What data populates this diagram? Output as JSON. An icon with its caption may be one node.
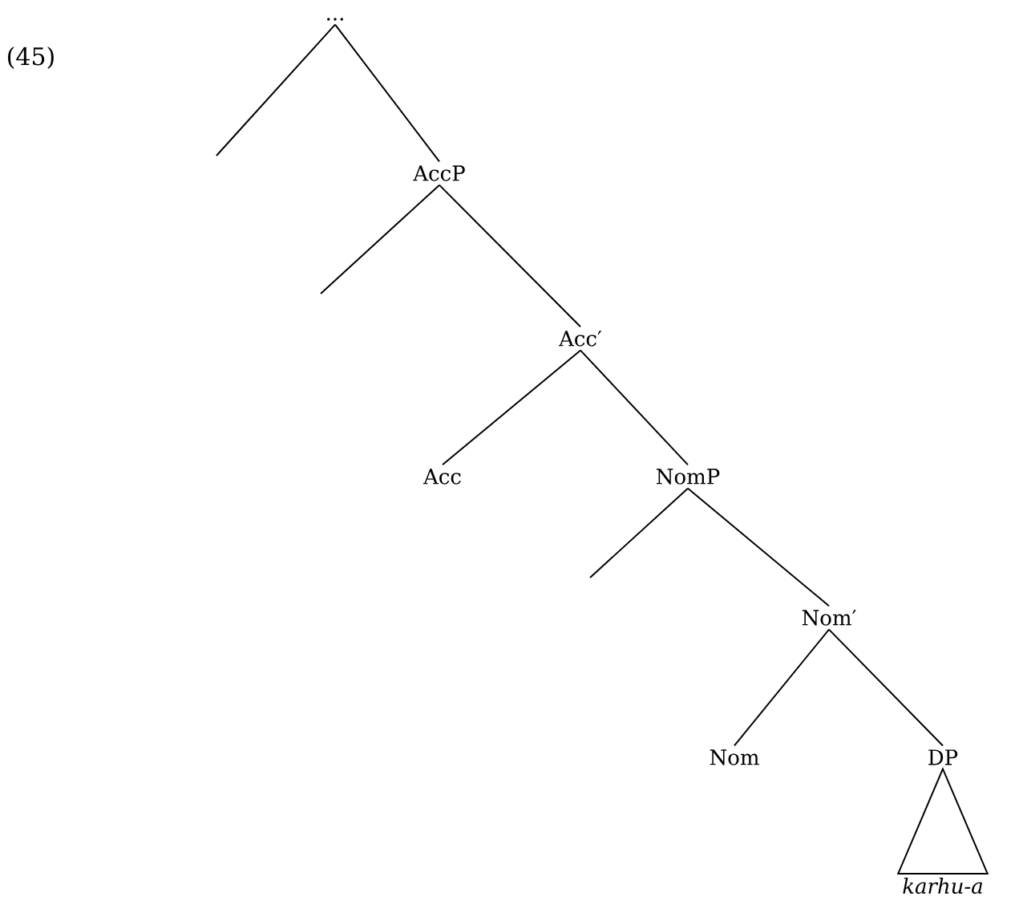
{
  "diagram": {
    "nodes": [
      {
        "text": [
          "..."
        ]
      },
      {
        "text": [
          "AccP"
        ]
      },
      {
        "text": [
          "Acc′"
        ]
      },
      {
        "text": [
          "Acc"
        ]
      },
      {
        "text": [
          "NomP"
        ]
      },
      {
        "text": [
          "Nom′"
        ]
      },
      {
        "text": [
          "Nom"
        ]
      },
      {
        "text": [
          "DP"
        ]
      },
      {
        "text": [
          "karhu-a"
        ]
      }
    ],
    "edges": [
      {
        "from": 0,
        "to": null,
        "arrow": "none"
      },
      {
        "from": 0,
        "to": 1,
        "arrow": "none"
      },
      {
        "from": 1,
        "to": null,
        "arrow": "none"
      },
      {
        "from": 1,
        "to": 2,
        "arrow": "none"
      },
      {
        "from": 2,
        "to": 3,
        "arrow": "none"
      },
      {
        "from": 2,
        "to": 4,
        "arrow": "none"
      },
      {
        "from": 4,
        "to": null,
        "arrow": "none"
      },
      {
        "from": 4,
        "to": 5,
        "arrow": "none"
      },
      {
        "from": 5,
        "to": 6,
        "arrow": "none"
      },
      {
        "from": 5,
        "to": 7,
        "arrow": "none"
      },
      {
        "from": 7,
        "to": 8,
        "arrow": "none"
      }
    ],
    "labels": [
      "(45)"
    ]
  }
}
